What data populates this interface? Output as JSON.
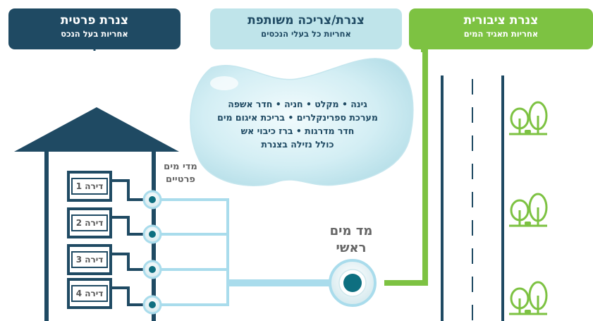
{
  "headers": {
    "private": {
      "title": "צנרת פרטית",
      "subtitle": "אחריות בעל הנכס"
    },
    "shared": {
      "title": "צנרת/צריכה משותפת",
      "subtitle": "אחריות כל בעלי הנכסים"
    },
    "public": {
      "title": "צנרת ציבורית",
      "subtitle": "אחריות תאגיד המים"
    }
  },
  "bubble": {
    "lines": [
      "גינה • מקלט • חניה • חדר אשפה",
      "מערכת ספרינקלרים • בריכת איגום מים",
      "חדר מדרגות • ברז כיבוי אש",
      "כולל נזילה בצנרת"
    ]
  },
  "private_meters_label": {
    "line1": "מדי מים",
    "line2": "פרטיים"
  },
  "main_meter_label": {
    "line1": "מד מים",
    "line2": "ראשי"
  },
  "apartments": [
    "דירה 1",
    "דירה 2",
    "דירה 3",
    "דירה 4"
  ],
  "colors": {
    "dark_navy": "#1f4a63",
    "light_blue": "#bfe4ea",
    "green": "#7dc242",
    "pipe_blue": "#a9dcec",
    "meter_teal": "#0e6f80"
  },
  "icons": [
    "house-icon",
    "water-meter-icon",
    "tree-icon",
    "road-icon",
    "water-drop-icon"
  ]
}
